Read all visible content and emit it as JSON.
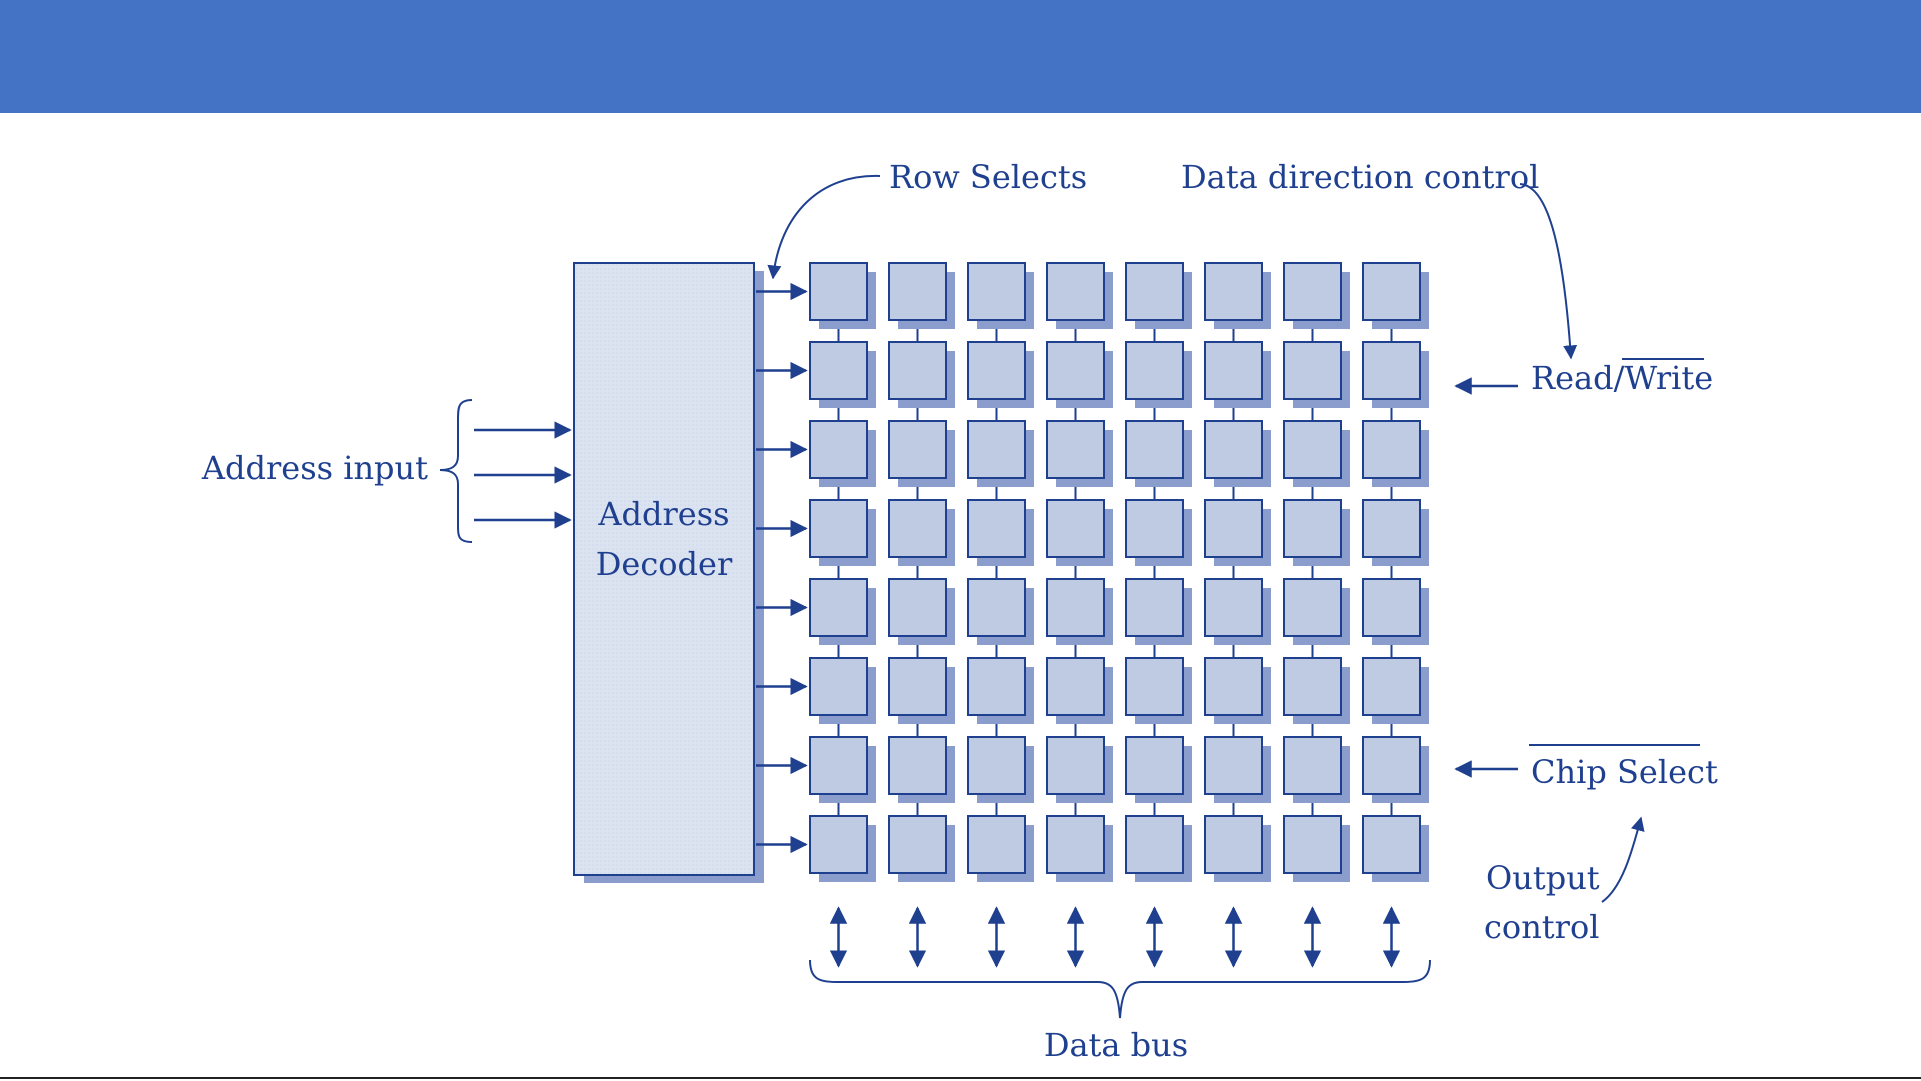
{
  "colors": {
    "header_band": "#4472c4",
    "ink": "#1f3f8f",
    "cell_fill": "#bfcbe2",
    "cell_shadow": "#8a9dcc",
    "decoder_fill": "#dbe3f1",
    "background": "#ffffff"
  },
  "diagram": {
    "labels": {
      "row_selects": "Row Selects",
      "data_direction_control": "Data direction control",
      "read_write": "Read/Write",
      "read_write_overline_part": "Write",
      "chip_select": "Chip Select",
      "output_control_line1": "Output",
      "output_control_line2": "control",
      "address_input": "Address input",
      "decoder_line1": "Address",
      "decoder_line2": "Decoder",
      "data_bus": "Data bus"
    },
    "grid": {
      "rows": 8,
      "columns": 8
    },
    "address_input_lines": 3
  }
}
